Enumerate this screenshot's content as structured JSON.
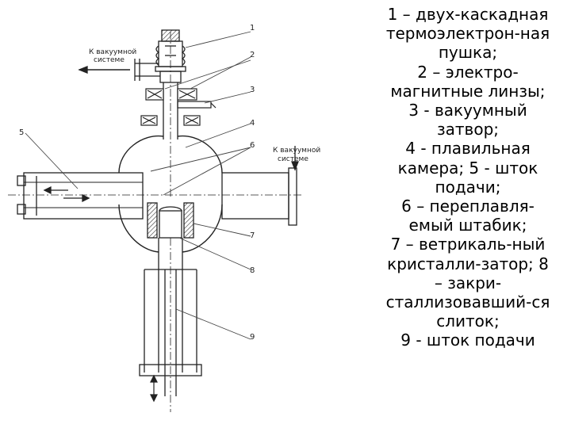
{
  "diagram": {
    "label_vacuum_top_line1": "К вакуумной",
    "label_vacuum_top_line2": "системе",
    "label_vacuum_right_line1": "К вакуумной",
    "label_vacuum_right_line2": "системе",
    "callouts": [
      "1",
      "2",
      "3",
      "4",
      "5",
      "6",
      "7",
      "8",
      "9"
    ]
  },
  "legend": {
    "lines": [
      "1 – двух-каскадная",
      "термоэлектрон-ная",
      "пушка;",
      "2 – электро-",
      "магнитные линзы;",
      "3 - вакуумный",
      "затвор;",
      "4 - плавильная",
      "камера; 5 - шток",
      "подачи;",
      "6 – переплавля-",
      "емый штабик;",
      "7 – ветрикаль-ный",
      "кристалли-затор; 8",
      "– закри-",
      "сталлизовавший-ся",
      "слиток;",
      "9 - шток подачи"
    ]
  }
}
